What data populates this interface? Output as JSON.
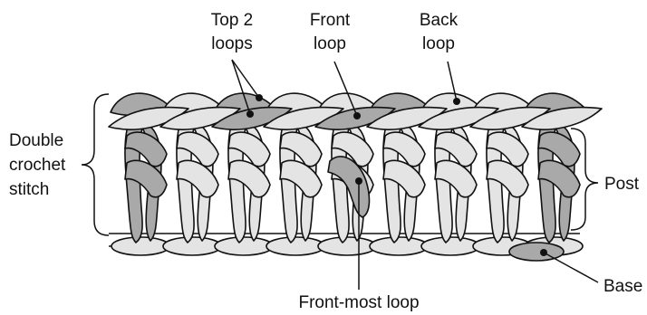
{
  "labels": {
    "top_2_loops": [
      "Top 2",
      "loops"
    ],
    "front_loop": [
      "Front",
      "loop"
    ],
    "back_loop": [
      "Back",
      "loop"
    ],
    "double_crochet_stitch": [
      "Double",
      "crochet",
      "stitch"
    ],
    "post": "Post",
    "base": "Base",
    "front_most_loop": "Front-most loop"
  },
  "colors": {
    "light_yarn": "#e4e4e4",
    "dark_yarn": "#a9a9a9",
    "outline": "#111111",
    "background": "#ffffff"
  },
  "stitch_count": 9,
  "highlighted_stitches": [
    1,
    9
  ],
  "highlighted_front_most_stitch": 5
}
